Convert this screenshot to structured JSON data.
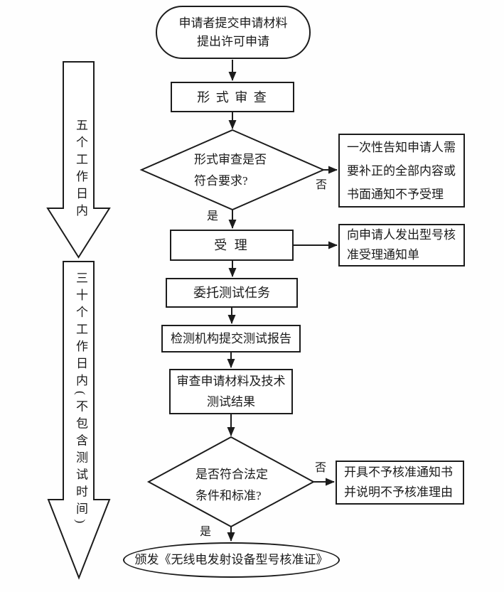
{
  "colors": {
    "line": "#1c1c1c",
    "background": "#ffffff"
  },
  "timeline_arrows": {
    "five_days": "五个工作日内",
    "thirty_days": "三十个工作日内(不包含测试时间)"
  },
  "nodes": {
    "start": {
      "line1": "申请者提交申请材料",
      "line2": "提出许可申请"
    },
    "formal_review": {
      "label": "形 式 审 查"
    },
    "decision_formal": {
      "line1": "形式审查是否",
      "line2": "符合要求?"
    },
    "accept": {
      "label": "受 理"
    },
    "entrust_test": {
      "label": "委托测试任务"
    },
    "test_report": {
      "label": "检测机构提交测试报告"
    },
    "review_materials": {
      "line1": "审查申请材料及技术",
      "line2": "测试结果"
    },
    "decision_legal": {
      "line1": "是否符合法定",
      "line2": "条件和标准?"
    },
    "issue_license": {
      "label": "颁发《无线电发射设备型号核准证》"
    }
  },
  "side_notes": {
    "notify_correction": {
      "line1": "一次性告知申请人需",
      "line2": "要补正的全部内容或",
      "line3": "书面通知不予受理"
    },
    "acceptance_notice": {
      "line1": "向申请人发出型号核",
      "line2": "准受理通知单"
    },
    "rejection_notice": {
      "line1": "开具不予核准通知书",
      "line2": "并说明不予核准理由"
    }
  },
  "branch_labels": {
    "yes": "是",
    "no": "否"
  }
}
